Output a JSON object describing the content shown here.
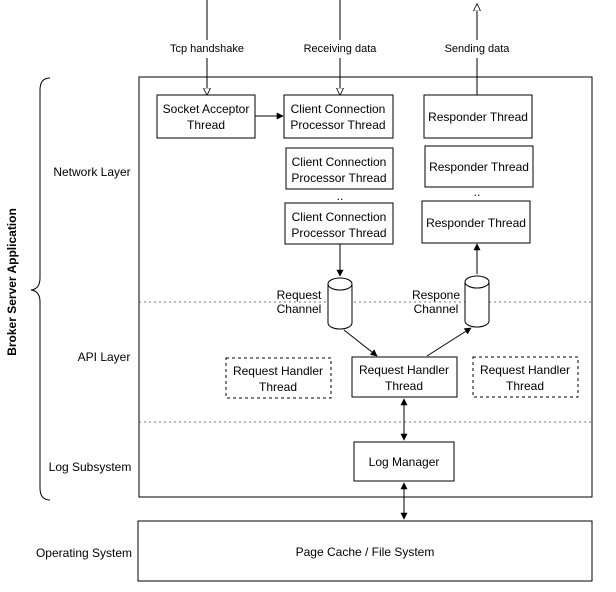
{
  "app_label": "Broker Server Application",
  "layers": {
    "network": "Network Layer",
    "api": "API Layer",
    "log": "Log Subsystem",
    "os": "Operating System"
  },
  "flows": {
    "tcp": "Tcp handshake",
    "receiving": "Receiving data",
    "sending": "Sending data"
  },
  "network_layer": {
    "acceptor": [
      "Socket Acceptor",
      "Thread"
    ],
    "processors": [
      [
        "Client Connection",
        "Processor Thread"
      ],
      [
        "Client Connection",
        "Processor Thread"
      ],
      [
        "Client Connection",
        "Processor Thread"
      ]
    ],
    "responders": [
      "Responder Thread",
      "Responder Thread",
      "Responder Thread"
    ],
    "ellipsis": ".."
  },
  "channels": {
    "request": [
      "Request",
      "Channel"
    ],
    "response": [
      "Respone",
      "Channel"
    ]
  },
  "api_layer": {
    "handlers": [
      [
        "Request Handler",
        "Thread"
      ],
      [
        "Request Handler",
        "Thread"
      ],
      [
        "Request Handler",
        "Thread"
      ]
    ]
  },
  "log_manager": "Log Manager",
  "os_box": "Page Cache / File System",
  "colors": {
    "stroke": "#000000",
    "separator": "#777777",
    "background": "#ffffff"
  }
}
